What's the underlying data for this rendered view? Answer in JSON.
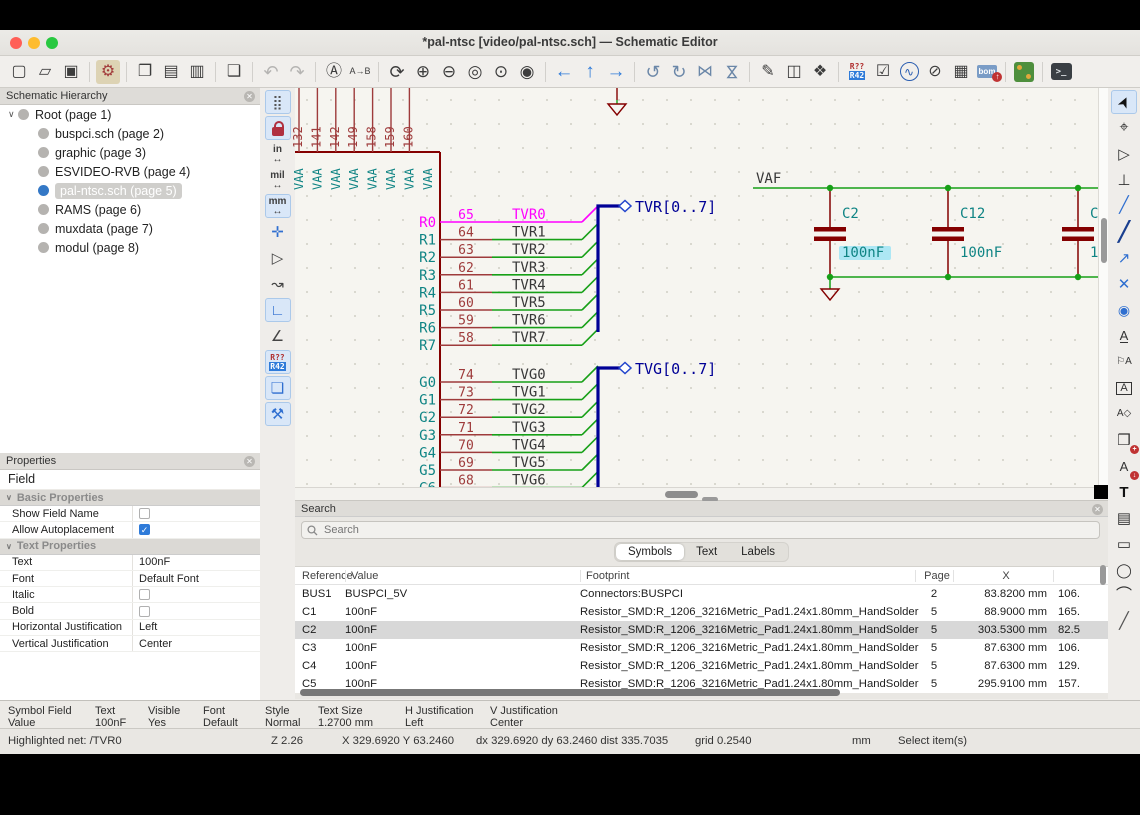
{
  "titlebar": {
    "title": "*pal-ntsc [video/pal-ntsc.sch] — Schematic Editor"
  },
  "toolbar": {
    "items": [
      {
        "name": "new-schematic"
      },
      {
        "name": "open-schematic"
      },
      {
        "name": "save"
      },
      {
        "name": "sep"
      },
      {
        "name": "schematic-setup",
        "active": true
      },
      {
        "name": "sep"
      },
      {
        "name": "page-settings"
      },
      {
        "name": "print"
      },
      {
        "name": "plot"
      },
      {
        "name": "sep"
      },
      {
        "name": "paste"
      },
      {
        "name": "sep"
      },
      {
        "name": "undo",
        "disabled": true
      },
      {
        "name": "redo",
        "disabled": true
      },
      {
        "name": "sep"
      },
      {
        "name": "find"
      },
      {
        "name": "find-replace"
      },
      {
        "name": "sep"
      },
      {
        "name": "refresh"
      },
      {
        "name": "zoom-in"
      },
      {
        "name": "zoom-out"
      },
      {
        "name": "zoom-fit"
      },
      {
        "name": "zoom-objects"
      },
      {
        "name": "zoom-selection"
      },
      {
        "name": "sep"
      },
      {
        "name": "nav-back"
      },
      {
        "name": "nav-up"
      },
      {
        "name": "nav-forward"
      },
      {
        "name": "sep"
      },
      {
        "name": "rotate-ccw"
      },
      {
        "name": "rotate-cw"
      },
      {
        "name": "mirror-h"
      },
      {
        "name": "mirror-v"
      },
      {
        "name": "sep"
      },
      {
        "name": "edit-symbol"
      },
      {
        "name": "browse-symbols"
      },
      {
        "name": "edit-footprints"
      },
      {
        "name": "sep"
      },
      {
        "name": "annotate"
      },
      {
        "name": "erc"
      },
      {
        "name": "simulator"
      },
      {
        "name": "assign-footprints"
      },
      {
        "name": "fields-table"
      },
      {
        "name": "export-bom"
      },
      {
        "name": "sep"
      },
      {
        "name": "open-pcb"
      },
      {
        "name": "sep"
      },
      {
        "name": "scripting-console"
      }
    ]
  },
  "left_toolbar": {
    "items": [
      {
        "name": "grid-dots",
        "active": true
      },
      {
        "name": "grid-override",
        "active": true
      },
      {
        "name": "sep"
      },
      {
        "name": "units-inches",
        "text": "in"
      },
      {
        "name": "units-mils",
        "text": "mil"
      },
      {
        "name": "units-mm",
        "text": "mm",
        "active": true
      },
      {
        "name": "cursor-shape"
      },
      {
        "name": "sep"
      },
      {
        "name": "hidden-pins"
      },
      {
        "name": "free-angle-wires"
      },
      {
        "name": "hv-wires",
        "active": true
      },
      {
        "name": "angle45-wires"
      },
      {
        "name": "sep"
      },
      {
        "name": "annotate-auto",
        "active": true
      },
      {
        "name": "hierarchy-navigator",
        "active": true
      },
      {
        "name": "properties-panel",
        "active": true
      }
    ]
  },
  "right_toolbar": {
    "items": [
      {
        "name": "select",
        "active": true
      },
      {
        "name": "highlight-net"
      },
      {
        "name": "sep"
      },
      {
        "name": "place-symbol"
      },
      {
        "name": "place-power-port"
      },
      {
        "name": "draw-wire"
      },
      {
        "name": "draw-bus"
      },
      {
        "name": "wire-to-bus-entry"
      },
      {
        "name": "no-connect-flag"
      },
      {
        "name": "junction"
      },
      {
        "name": "net-label"
      },
      {
        "name": "netclass-directive"
      },
      {
        "name": "global-label"
      },
      {
        "name": "hierarchical-label"
      },
      {
        "name": "hierarchical-sheet"
      },
      {
        "name": "sheet-pin"
      },
      {
        "name": "sep"
      },
      {
        "name": "place-text"
      },
      {
        "name": "text-box"
      },
      {
        "name": "draw-rectangle"
      },
      {
        "name": "draw-circle"
      },
      {
        "name": "draw-arc"
      },
      {
        "name": "draw-line"
      }
    ]
  },
  "hierarchy": {
    "title": "Schematic Hierarchy",
    "items": [
      {
        "label": "Root (page 1)",
        "level": 0,
        "caret": true
      },
      {
        "label": "buspci.sch (page 2)",
        "level": 1
      },
      {
        "label": "graphic (page 3)",
        "level": 1
      },
      {
        "label": "ESVIDEO-RVB (page 4)",
        "level": 1
      },
      {
        "label": "pal-ntsc.sch (page 5)",
        "level": 1,
        "selected": true
      },
      {
        "label": "RAMS (page 6)",
        "level": 1
      },
      {
        "label": "muxdata (page 7)",
        "level": 1
      },
      {
        "label": "modul (page 8)",
        "level": 1
      }
    ]
  },
  "properties": {
    "title": "Properties",
    "subtitle": "Field",
    "sections": [
      {
        "header": "Basic Properties",
        "rows": [
          {
            "label": "Show Field Name",
            "type": "checkbox",
            "checked": false
          },
          {
            "label": "Allow Autoplacement",
            "type": "checkbox",
            "checked": true
          }
        ]
      },
      {
        "header": "Text Properties",
        "rows": [
          {
            "label": "Text",
            "value": "100nF"
          },
          {
            "label": "Font",
            "value": "Default Font"
          },
          {
            "label": "Italic",
            "type": "checkbox",
            "checked": false
          },
          {
            "label": "Bold",
            "type": "checkbox",
            "checked": false
          },
          {
            "label": "Horizontal Justification",
            "value": "Left"
          },
          {
            "label": "Vertical Justification",
            "value": "Center"
          }
        ]
      }
    ]
  },
  "schematic": {
    "top_pin_numbers": [
      "132",
      "141",
      "142",
      "149",
      "158",
      "159",
      "160"
    ],
    "top_pin_name": "VAA",
    "top_pin_name_count": 8,
    "r_group": {
      "pin_names": [
        "R0",
        "R1",
        "R2",
        "R3",
        "R4",
        "R5",
        "R6",
        "R7"
      ],
      "pin_numbers": [
        "65",
        "64",
        "63",
        "62",
        "61",
        "60",
        "59",
        "58"
      ],
      "nets": [
        "TVR0",
        "TVR1",
        "TVR2",
        "TVR3",
        "TVR4",
        "TVR5",
        "TVR6",
        "TVR7"
      ],
      "bus_label": "TVR[0..7]",
      "highlight_index": 0
    },
    "g_group": {
      "pin_names": [
        "G0",
        "G1",
        "G2",
        "G3",
        "G4",
        "G5",
        "G6"
      ],
      "pin_numbers": [
        "74",
        "73",
        "72",
        "71",
        "70",
        "69",
        "68"
      ],
      "nets": [
        "TVG0",
        "TVG1",
        "TVG2",
        "TVG3",
        "TVG4",
        "TVG5",
        "TVG6"
      ],
      "bus_label": "TVG[0..7]"
    },
    "power_net_label": "VAF",
    "capacitors": [
      {
        "ref": "C2",
        "value": "100nF",
        "value_selected": true,
        "has_gnd": true
      },
      {
        "ref": "C12",
        "value": "100nF"
      },
      {
        "ref": "C",
        "value": "1",
        "clipped": true
      }
    ],
    "colors": {
      "device": "#840000",
      "pin_number": "#9e3b3b",
      "pin_name": "#0f8484",
      "wire": "#17a017",
      "bus": "#000096",
      "bus_label": "#000096",
      "net_label": "#383838",
      "highlight": "#ff00ff",
      "value_text": "#0f8484",
      "value_highlight": "#9be4f5",
      "canvas_bg": "#f6f5f0"
    }
  },
  "search": {
    "title": "Search",
    "placeholder": "Search",
    "tabs": [
      {
        "label": "Symbols",
        "active": true
      },
      {
        "label": "Text"
      },
      {
        "label": "Labels"
      }
    ],
    "columns": [
      "Reference",
      "Value",
      "Footprint",
      "Page",
      "X",
      ""
    ],
    "rows": [
      {
        "reference": "BUS1",
        "value": "BUSPCI_5V",
        "footprint": "Connectors:BUSPCI",
        "page": "2",
        "x": "83.8200 mm",
        "y": "106."
      },
      {
        "reference": "C1",
        "value": "100nF",
        "footprint": "Resistor_SMD:R_1206_3216Metric_Pad1.24x1.80mm_HandSolder",
        "page": "5",
        "x": "88.9000 mm",
        "y": "165."
      },
      {
        "reference": "C2",
        "value": "100nF",
        "footprint": "Resistor_SMD:R_1206_3216Metric_Pad1.24x1.80mm_HandSolder",
        "page": "5",
        "x": "303.5300 mm",
        "y": "82.5",
        "selected": true
      },
      {
        "reference": "C3",
        "value": "100nF",
        "footprint": "Resistor_SMD:R_1206_3216Metric_Pad1.24x1.80mm_HandSolder",
        "page": "5",
        "x": "87.6300 mm",
        "y": "106."
      },
      {
        "reference": "C4",
        "value": "100nF",
        "footprint": "Resistor_SMD:R_1206_3216Metric_Pad1.24x1.80mm_HandSolder",
        "page": "5",
        "x": "87.6300 mm",
        "y": "129."
      },
      {
        "reference": "C5",
        "value": "100nF",
        "footprint": "Resistor_SMD:R_1206_3216Metric_Pad1.24x1.80mm_HandSolder",
        "page": "5",
        "x": "295.9100 mm",
        "y": "157."
      }
    ]
  },
  "fields_bar": {
    "columns": [
      {
        "label": "Symbol Field",
        "value": "Value"
      },
      {
        "label": "Text",
        "value": "100nF"
      },
      {
        "label": "Visible",
        "value": "Yes"
      },
      {
        "label": "Font",
        "value": "Default"
      },
      {
        "label": "Style",
        "value": "Normal"
      },
      {
        "label": "Text Size",
        "value": "1.2700 mm"
      },
      {
        "label": "H Justification",
        "value": "Left"
      },
      {
        "label": "V Justification",
        "value": "Center"
      }
    ]
  },
  "status_bar": {
    "highlighted": "Highlighted net: /TVR0",
    "items": [
      "Z 2.26",
      "X 329.6920  Y 63.2460",
      "dx 329.6920  dy 63.2460  dist 335.7035",
      "grid 0.2540",
      "mm",
      "Select item(s)"
    ]
  }
}
